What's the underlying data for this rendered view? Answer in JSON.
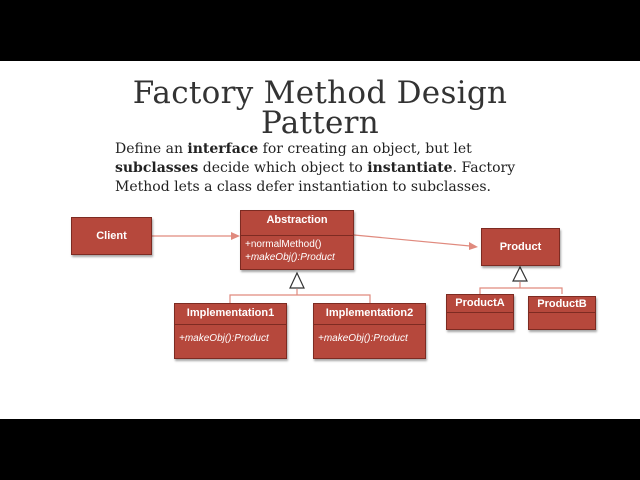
{
  "title": {
    "line1": "Factory Method Design",
    "line2": "Pattern"
  },
  "description": {
    "p1": "Define an ",
    "b1": "interface",
    "p2": " for creating an object, but let ",
    "b2": "subclasses",
    "p3": " decide which object to ",
    "b3": "instantiate",
    "p4": ". Factory Method lets a class defer instantiation to subclasses."
  },
  "diagram": {
    "client": {
      "name": "Client"
    },
    "abstraction": {
      "name": "Abstraction",
      "op1": "+normalMethod()",
      "op2": "+makeObj():Product"
    },
    "impl1": {
      "name": "Implementation1",
      "op1": "+makeObj():Product"
    },
    "impl2": {
      "name": "Implementation2",
      "op1": "+makeObj():Product"
    },
    "product": {
      "name": "Product"
    },
    "productA": {
      "name": "ProductA"
    },
    "productB": {
      "name": "ProductB"
    }
  },
  "colors": {
    "box_fill": "#b6483c",
    "box_border": "#7d2b22",
    "line": "#e08a7e"
  }
}
